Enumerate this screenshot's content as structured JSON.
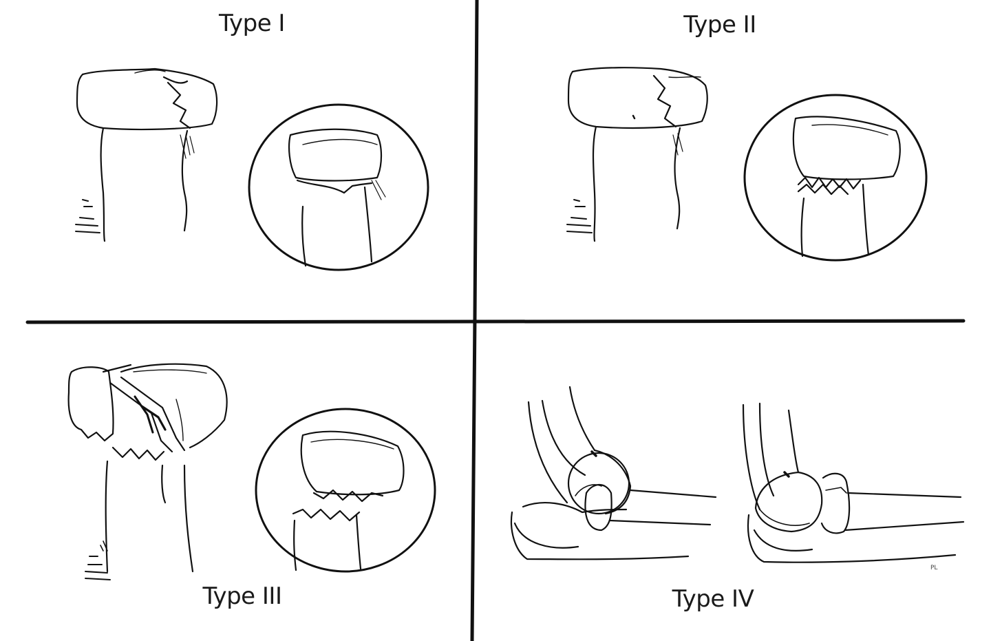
{
  "panels": [
    {
      "id": "type-1",
      "label": "Type I"
    },
    {
      "id": "type-2",
      "label": "Type II"
    },
    {
      "id": "type-3",
      "label": "Type III"
    },
    {
      "id": "type-4",
      "label": "Type IV"
    }
  ],
  "artist_initials": "PL",
  "colors": {
    "line": "#111111",
    "background": "#ffffff"
  }
}
